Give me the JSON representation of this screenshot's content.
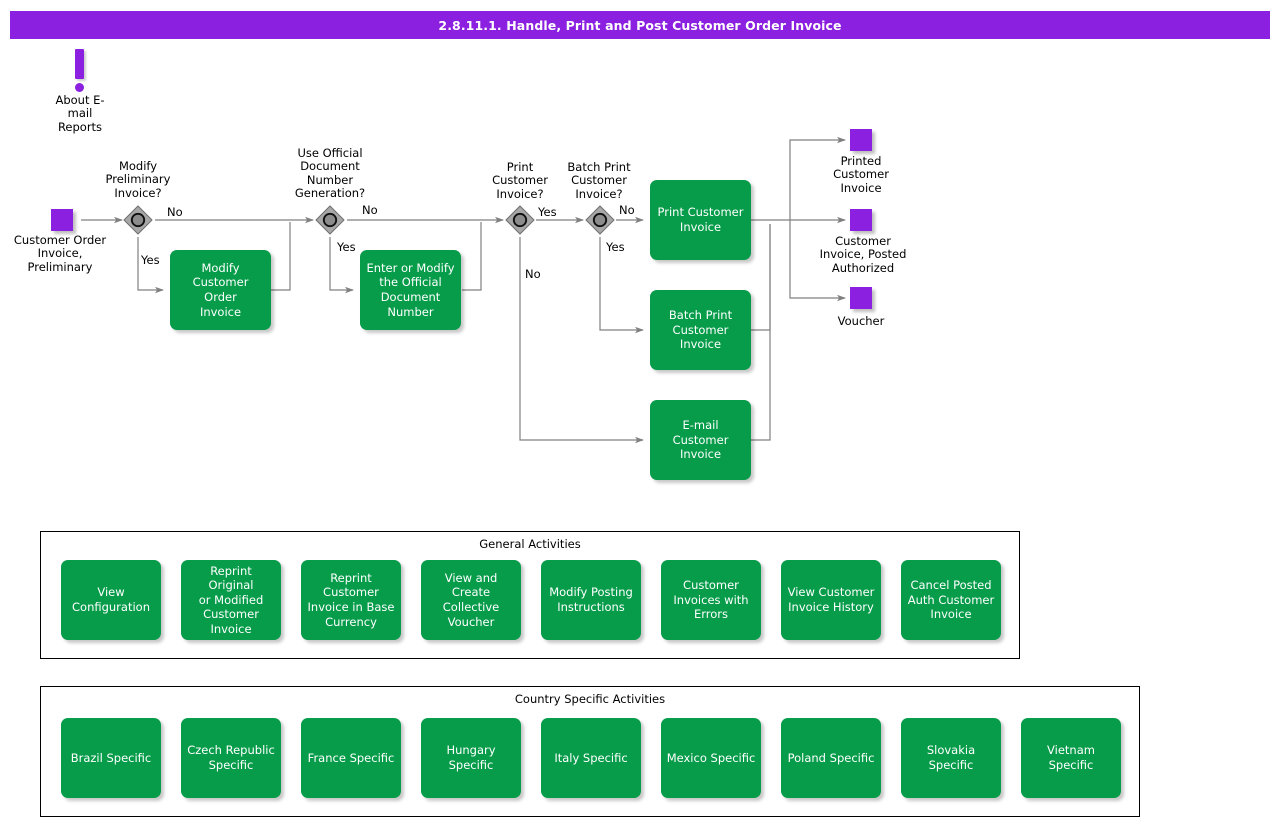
{
  "header": {
    "title": "2.8.11.1. Handle, Print and Post Customer Order Invoice",
    "bar_color": "#8b20e0"
  },
  "colors": {
    "process_green": "#069c4a",
    "endpoint_purple": "#8b20e0",
    "decision_gray": "#a8a8a8",
    "wire_gray": "#808080"
  },
  "note": {
    "icon": "exclamation-icon",
    "label": "About E-\nmail\nReports"
  },
  "flow": {
    "start": {
      "icon": "start-endpoint-icon",
      "label": "Customer Order\nInvoice,\nPreliminary"
    },
    "decisions": [
      {
        "id": "modify-preliminary-invoice",
        "label": "Modify\nPreliminary\nInvoice?",
        "yes": "Yes",
        "no": "No"
      },
      {
        "id": "use-official-document-number-generation",
        "label": "Use Official\nDocument\nNumber\nGeneration?",
        "yes": "Yes",
        "no": "No"
      },
      {
        "id": "print-customer-invoice",
        "label": "Print\nCustomer\nInvoice?",
        "yes": "Yes",
        "no": "No"
      },
      {
        "id": "batch-print-customer-invoice",
        "label": "Batch Print\nCustomer\nInvoice?",
        "yes": "Yes",
        "no": "No"
      }
    ],
    "processes": [
      {
        "id": "modify-customer-order-invoice",
        "label": "Modify\nCustomer Order\nInvoice"
      },
      {
        "id": "enter-or-modify-official-document-number",
        "label": "Enter or Modify\nthe Official\nDocument\nNumber"
      },
      {
        "id": "print-customer-invoice",
        "label": "Print Customer\nInvoice"
      },
      {
        "id": "batch-print-customer-invoice",
        "label": "Batch Print\nCustomer\nInvoice"
      },
      {
        "id": "email-customer-invoice",
        "label": "E-mail Customer\nInvoice"
      }
    ],
    "endpoints": [
      {
        "id": "printed-customer-invoice",
        "label": "Printed\nCustomer\nInvoice"
      },
      {
        "id": "customer-invoice-posted-authorized",
        "label": "Customer\nInvoice, Posted\nAuthorized"
      },
      {
        "id": "voucher",
        "label": "Voucher"
      }
    ]
  },
  "panels": [
    {
      "id": "general-activities",
      "title": "General Activities",
      "items": [
        "View\nConfiguration",
        "Reprint Original\nor Modified\nCustomer\nInvoice",
        "Reprint\nCustomer\nInvoice in Base\nCurrency",
        "View and Create\nCollective\nVoucher",
        "Modify Posting\nInstructions",
        "Customer\nInvoices with\nErrors",
        "View Customer\nInvoice History",
        "Cancel Posted\nAuth Customer\nInvoice"
      ]
    },
    {
      "id": "country-specific-activities",
      "title": "Country Specific Activities",
      "items": [
        "Brazil Specific",
        "Czech Republic\nSpecific",
        "France Specific",
        "Hungary Specific",
        "Italy Specific",
        "Mexico Specific",
        "Poland Specific",
        "Slovakia\nSpecific",
        "Vietnam Specific"
      ]
    }
  ]
}
